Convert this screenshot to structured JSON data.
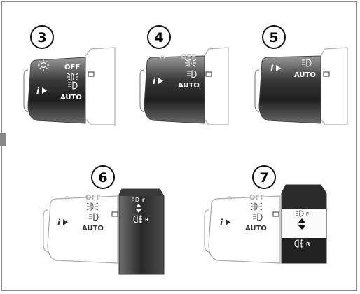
{
  "panels": [
    {
      "number": "3",
      "labels": {
        "off": "OFF",
        "auto": "AUTO"
      }
    },
    {
      "number": "4",
      "labels": {
        "off": "OFF",
        "auto": "AUTO"
      }
    },
    {
      "number": "5",
      "labels": {
        "auto": "AUTO"
      }
    },
    {
      "number": "6",
      "labels": {
        "off": "OFF",
        "auto": "AUTO",
        "front": "F",
        "rear": "R"
      }
    },
    {
      "number": "7",
      "labels": {
        "off": "OFF",
        "auto": "AUTO",
        "front": "F",
        "rear": "R"
      }
    }
  ],
  "icons": [
    "sun-icon",
    "info-arrow-icon",
    "sidelight-icon",
    "headlight-icon",
    "front-fog-icon",
    "rear-fog-icon",
    "up-down-arrows-icon"
  ],
  "colors": {
    "lever_dark": "#2a2a2a",
    "lever_mid": "#7a7a7a",
    "frame_border": "#888888",
    "outline": "#b0b0b0"
  }
}
